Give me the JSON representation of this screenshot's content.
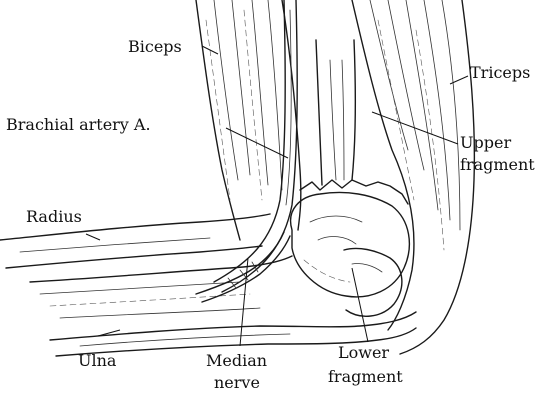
{
  "labels": {
    "biceps": "Biceps",
    "triceps": "Triceps",
    "brachial_artery": "Brachial artery A.",
    "upper_fragment_1": "Upper",
    "upper_fragment_2": "fragment",
    "radius": "Radius",
    "ulna": "Ulna",
    "median_nerve_1": "Median",
    "median_nerve_2": "nerve",
    "lower_fragment_1": "Lower",
    "lower_fragment_2": "fragment"
  }
}
